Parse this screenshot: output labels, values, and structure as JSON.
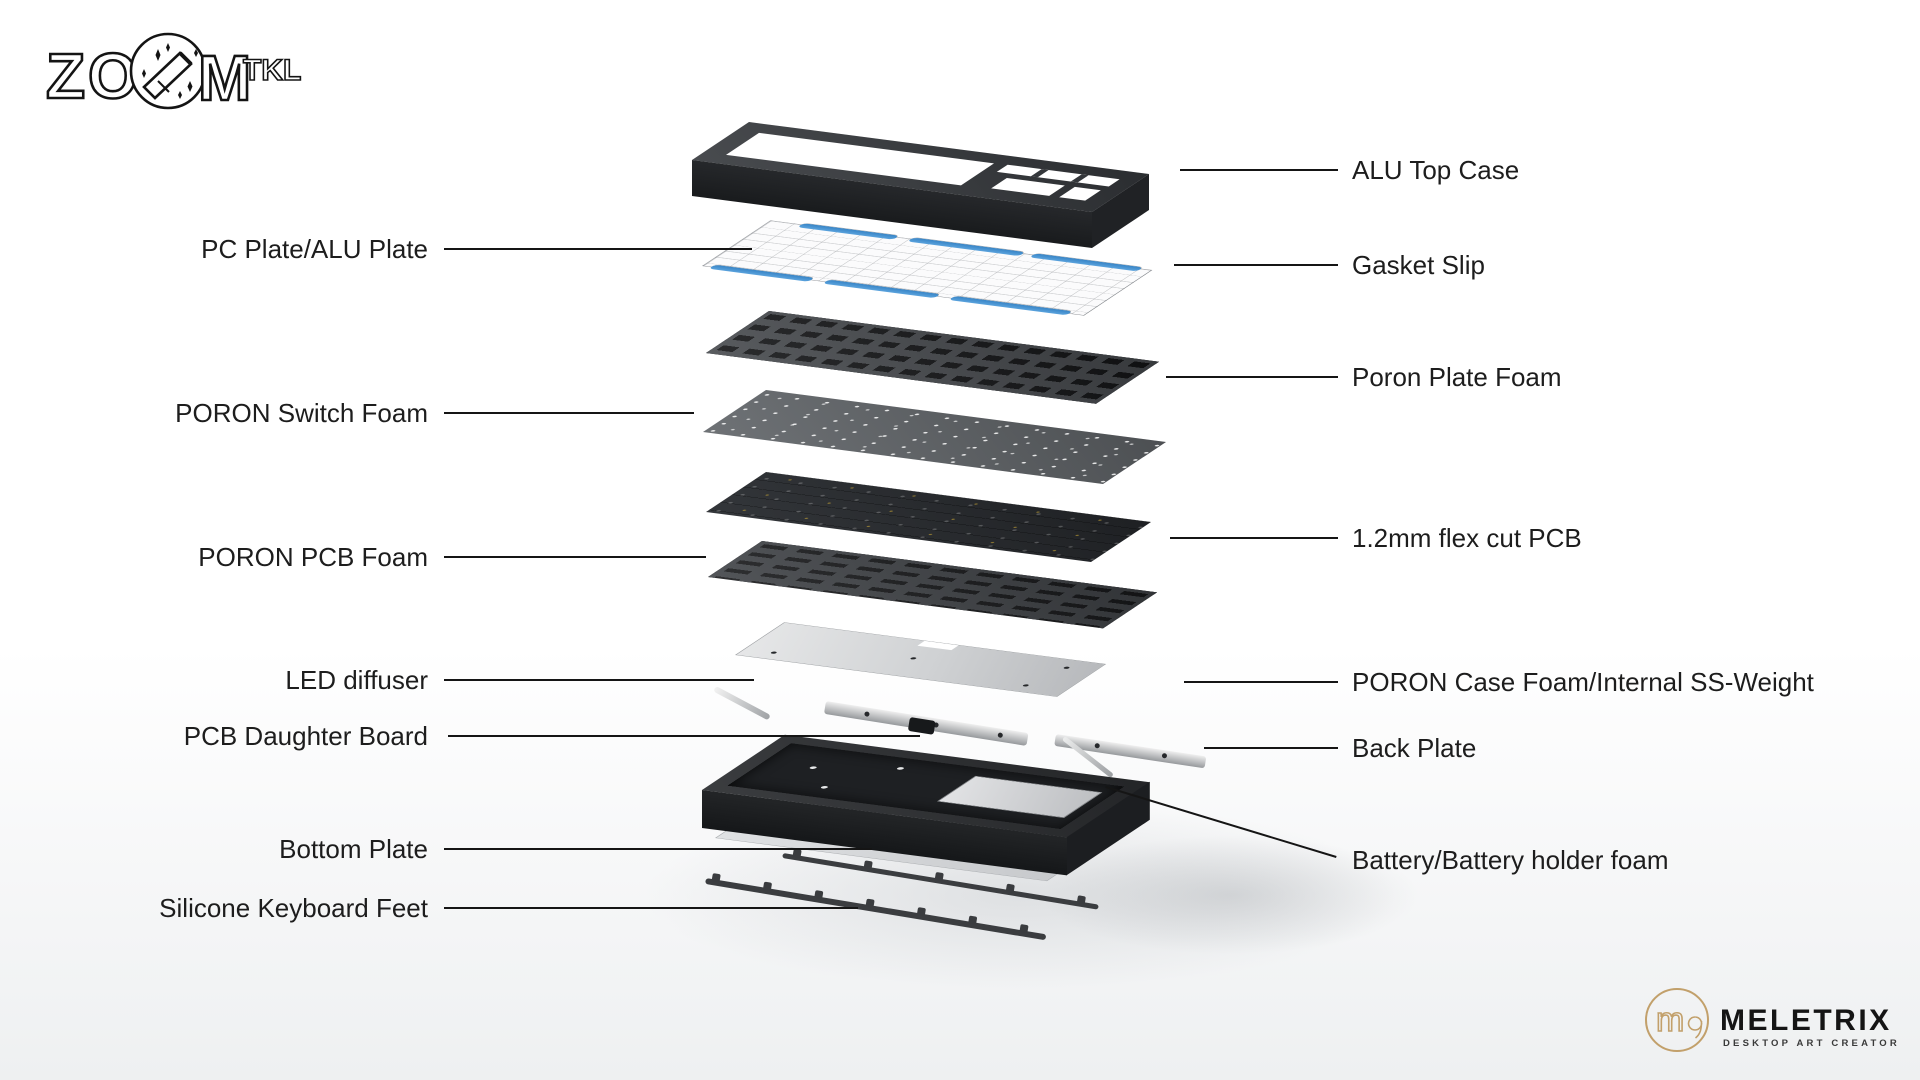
{
  "logo": {
    "z": "Z",
    "o": "O",
    "m": "M",
    "tkl": "TKL"
  },
  "left_labels": [
    {
      "text": "PC Plate/ALU Plate"
    },
    {
      "text": "PORON Switch Foam"
    },
    {
      "text": "PORON PCB Foam"
    },
    {
      "text": "LED diffuser"
    },
    {
      "text": "PCB Daughter Board"
    },
    {
      "text": "Bottom Plate"
    },
    {
      "text": "Silicone Keyboard Feet"
    }
  ],
  "right_labels": [
    {
      "text": "ALU Top Case"
    },
    {
      "text": "Gasket Slip"
    },
    {
      "text": "Poron Plate Foam"
    },
    {
      "text": "1.2mm flex cut PCB"
    },
    {
      "text": "PORON Case Foam/Internal SS-Weight"
    },
    {
      "text": "Back Plate"
    },
    {
      "text": "Battery/Battery holder foam"
    }
  ],
  "brand": {
    "name": "MELETRIX",
    "tagline": "DESKTOP ART CREATOR",
    "monogram": "m"
  },
  "colors": {
    "gasket_blue": "#3f8ed2",
    "case_dark": "#34373b",
    "foam_gray": "#62666a",
    "weight_silver": "#d6d8da",
    "brand_gold": "#c2a06b",
    "label_text": "#1d1d1d"
  }
}
